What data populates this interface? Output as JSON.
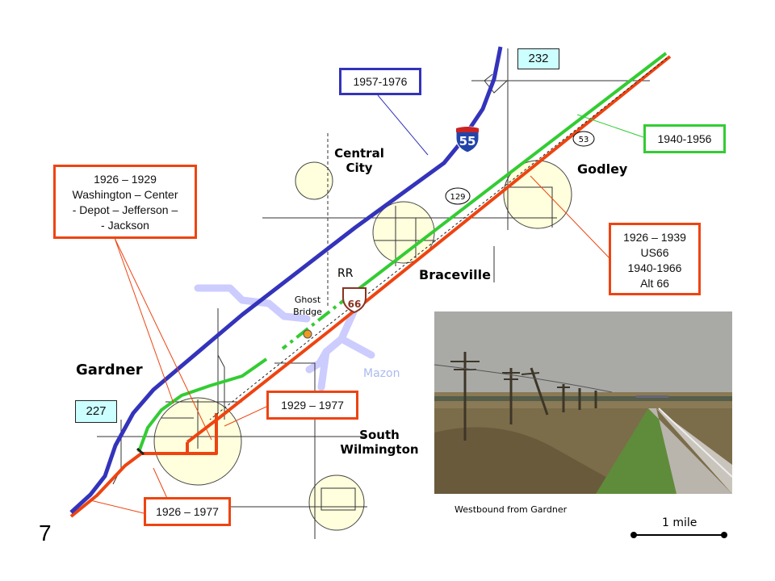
{
  "slide_number": "7",
  "legend_boxes": {
    "i55_years": "1957-1976",
    "green_years": "1940-1956",
    "red_upper": [
      "1926 – 1939",
      "US66",
      "1940-1966",
      "Alt 66"
    ],
    "red_gardner": [
      "1926 – 1929",
      "Washington –  Center",
      "- Depot – Jefferson –",
      "- Jackson"
    ],
    "red_mid": "1929 – 1977",
    "red_bottom": "1926 – 1977"
  },
  "exit_labels": {
    "north": "232",
    "south": "227"
  },
  "route_shields": {
    "interstate": "55",
    "historic": "66",
    "il53": "53",
    "il129": "129"
  },
  "towns": {
    "central_city": [
      "Central",
      "City"
    ],
    "godley": "Godley",
    "braceville": "Braceville",
    "gardner": "Gardner",
    "south_wilmington": [
      "South",
      "Wilmington"
    ]
  },
  "features": {
    "rr": "RR",
    "ghost_bridge": [
      "Ghost",
      "Bridge"
    ],
    "mazon": "Mazon"
  },
  "photo_caption": "Westbound from Gardner",
  "scale_label": "1 mile",
  "colors": {
    "i55": "#3333bb",
    "green_route": "#33cc33",
    "red_route": "#ee4411",
    "town_circle": "#ffffdd",
    "river": "#ccccff"
  }
}
